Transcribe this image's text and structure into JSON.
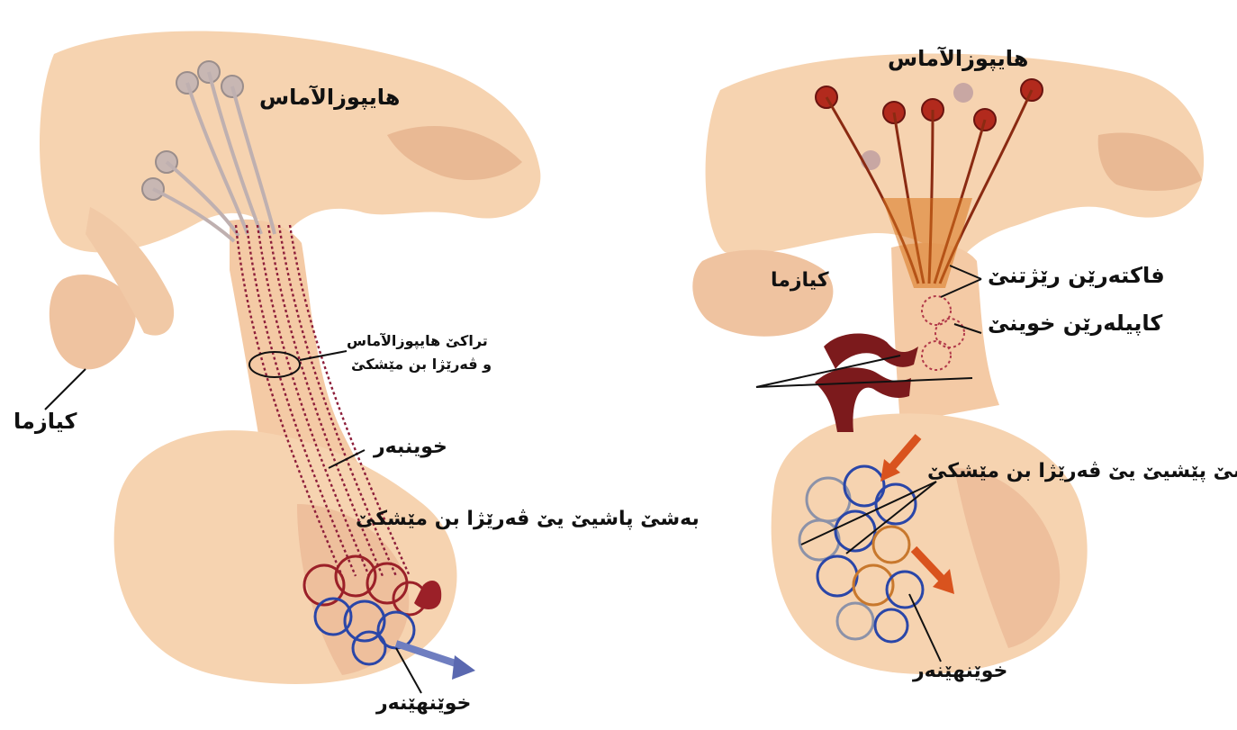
{
  "colors": {
    "tissue": "#f6d3b0",
    "tissue_shade": "#e9b994",
    "nerve_red": "#9b2028",
    "vein_blue": "#2a46a8",
    "arrow_orange": "#d9531e",
    "label": "#111111"
  },
  "left_panel": {
    "hypothalamus": "هایپوزالآماس",
    "pituitary_stalk": "کیازما",
    "nerve_tracts_line1": "تراکێ هایپوزالآماس",
    "nerve_tracts_line2": "و ڤەرێژا بن مێشکێ",
    "artery": "خوینبەر",
    "posterior_lobe": "بەشێ پاشیێ یێ ڤەرێژا بن مێشکێ",
    "vein": "خوێنهێنەر"
  },
  "right_panel": {
    "hypothalamus": "هایپوزالآماس",
    "pituitary_stalk": "کیازما",
    "releasing_factors": "فاکتەرێن رێژتنێ",
    "capillaries": "کاپیلەرێن خوینێ",
    "anterior_lobe": "بەشێ پێشیێ یێ ڤەرێژا بن مێشکێ",
    "vein": "خوێنهێنەر"
  }
}
